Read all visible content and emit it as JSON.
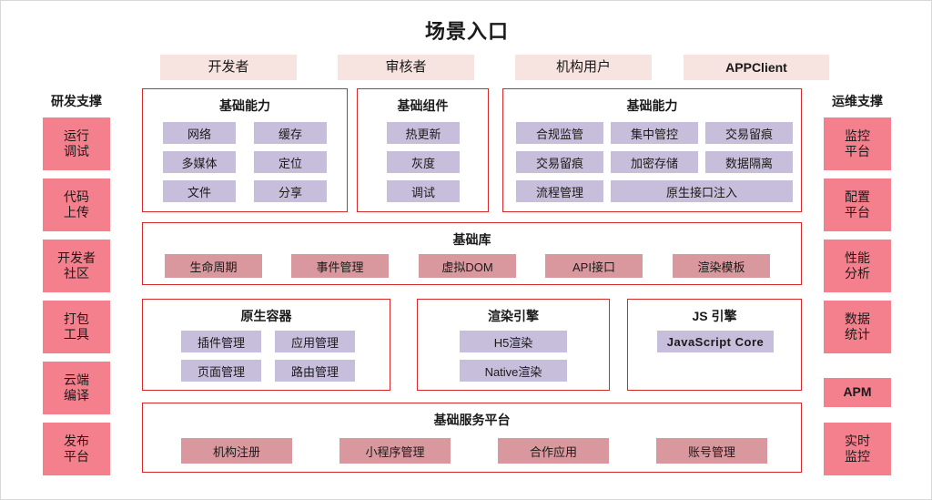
{
  "page": {
    "title": "场景入口",
    "accent_red": "#d42a2a",
    "pink_chip": "#f5808d",
    "purple_chip": "#c6bedb",
    "rose_chip": "#d9989d",
    "actor_tag_bg": "#f7e3df",
    "background": "#ffffff"
  },
  "actors": [
    {
      "label": "开发者",
      "bold": false
    },
    {
      "label": "审核者",
      "bold": false
    },
    {
      "label": "机构用户",
      "bold": false
    },
    {
      "label": "APPClient",
      "bold": true
    }
  ],
  "left_column": {
    "heading": "研发支撑",
    "items": [
      {
        "line1": "运行",
        "line2": "调试"
      },
      {
        "line1": "代码",
        "line2": "上传"
      },
      {
        "line1": "开发者",
        "line2": "社区"
      },
      {
        "line1": "打包",
        "line2": "工具"
      },
      {
        "line1": "云端",
        "line2": "编译"
      },
      {
        "line1": "发布",
        "line2": "平台"
      }
    ]
  },
  "right_column": {
    "heading": "运维支撑",
    "items": [
      {
        "line1": "监控",
        "line2": "平台"
      },
      {
        "line1": "配置",
        "line2": "平台"
      },
      {
        "line1": "性能",
        "line2": "分析"
      },
      {
        "line1": "数据",
        "line2": "统计"
      },
      {
        "line1": "APM",
        "line2": ""
      },
      {
        "line1": "实时",
        "line2": "监控"
      }
    ]
  },
  "row1": {
    "basic_capability_left": {
      "title": "基础能力",
      "chips": [
        "网络",
        "缓存",
        "多媒体",
        "定位",
        "文件",
        "分享"
      ]
    },
    "basic_components": {
      "title": "基础组件",
      "chips": [
        "热更新",
        "灰度",
        "调试"
      ]
    },
    "basic_capability_right": {
      "title": "基础能力",
      "chips": [
        "合规监管",
        "集中管控",
        "交易留痕",
        "交易留痕",
        "加密存储",
        "数据隔离",
        "流程管理",
        "原生接口注入"
      ]
    }
  },
  "row2": {
    "basic_library": {
      "title": "基础库",
      "chips": [
        "生命周期",
        "事件管理",
        "虚拟DOM",
        "API接口",
        "渲染模板"
      ]
    }
  },
  "row3": {
    "native_container": {
      "title": "原生容器",
      "chips": [
        "插件管理",
        "应用管理",
        "页面管理",
        "路由管理"
      ]
    },
    "render_engine": {
      "title": "渲染引擎",
      "chips": [
        "H5渲染",
        "Native渲染"
      ]
    },
    "js_engine": {
      "title": "JS 引擎",
      "chips": [
        "JavaScript Core"
      ]
    }
  },
  "row4": {
    "basic_service_platform": {
      "title": "基础服务平台",
      "chips": [
        "机构注册",
        "小程序管理",
        "合作应用",
        "账号管理"
      ]
    }
  }
}
